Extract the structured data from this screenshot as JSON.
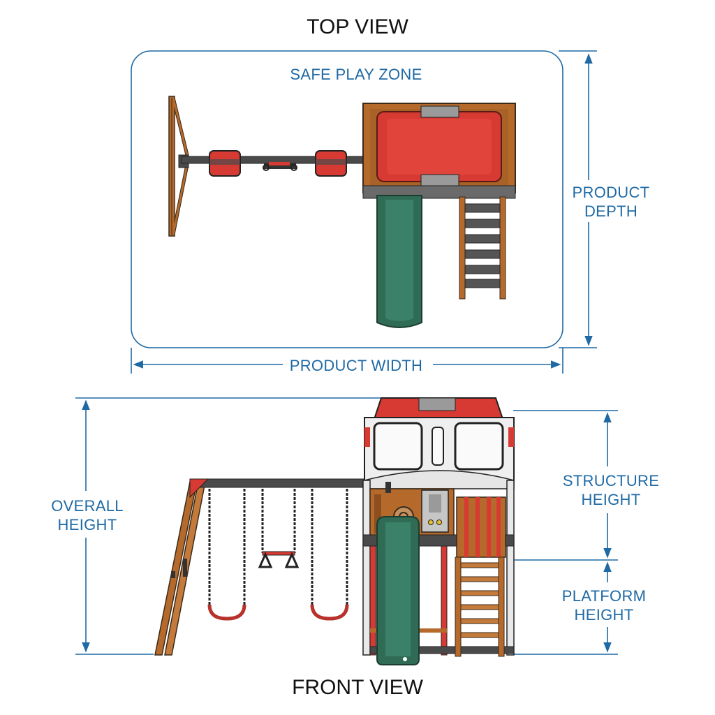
{
  "top_view": {
    "title": "TOP VIEW",
    "zone_label": "SAFE PLAY ZONE",
    "depth_label_line1": "PRODUCT",
    "depth_label_line2": "DEPTH",
    "width_label": "PRODUCT WIDTH"
  },
  "front_view": {
    "title": "FRONT VIEW",
    "overall_label_line1": "OVERALL",
    "overall_label_line2": "HEIGHT",
    "structure_label_line1": "STRUCTURE",
    "structure_label_line2": "HEIGHT",
    "platform_label_line1": "PLATFORM",
    "platform_label_line2": "HEIGHT"
  },
  "colors": {
    "dimension_blue": "#1f6aa5",
    "roof_red": "#d63a32",
    "wood": "#b56a2c",
    "slide_green": "#2f6b55",
    "beam_gray": "#4a4a4a"
  }
}
